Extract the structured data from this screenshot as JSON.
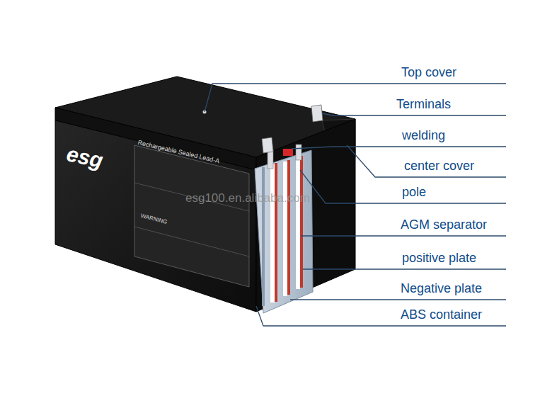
{
  "diagram": {
    "labels": [
      "Top cover",
      "Terminals",
      "welding",
      "center cover",
      "pole",
      "AGM separator",
      "positive plate",
      "Negative plate",
      "ABS container",
      "esg",
      "Rechargeable Sealed Lead-A",
      "WARNING",
      "esg100.en.alibaba.com"
    ]
  }
}
